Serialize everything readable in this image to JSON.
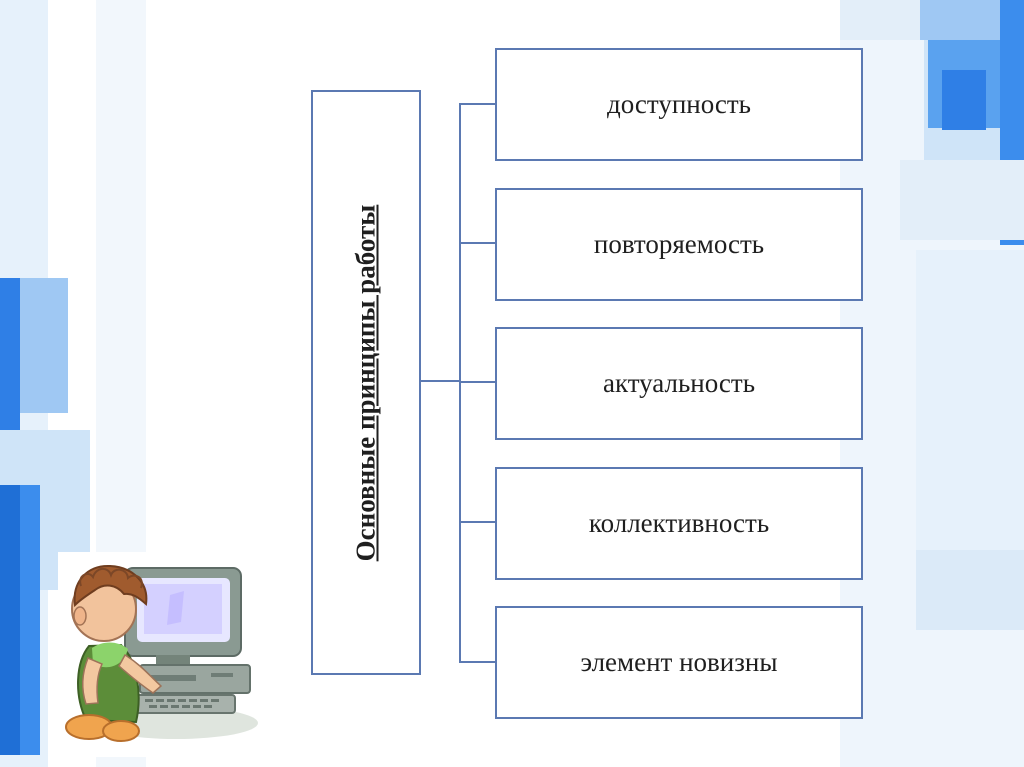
{
  "diagram": {
    "title": "Основные принципы работы",
    "items": [
      "доступность",
      "повторяемость",
      "актуальность",
      "коллективность",
      "элемент новизны"
    ]
  },
  "colors": {
    "box_border": "#5b79b2",
    "connector": "#5b79b2",
    "accent_blue": "#2f7fe6",
    "light_blue": "#cfe4f8"
  }
}
